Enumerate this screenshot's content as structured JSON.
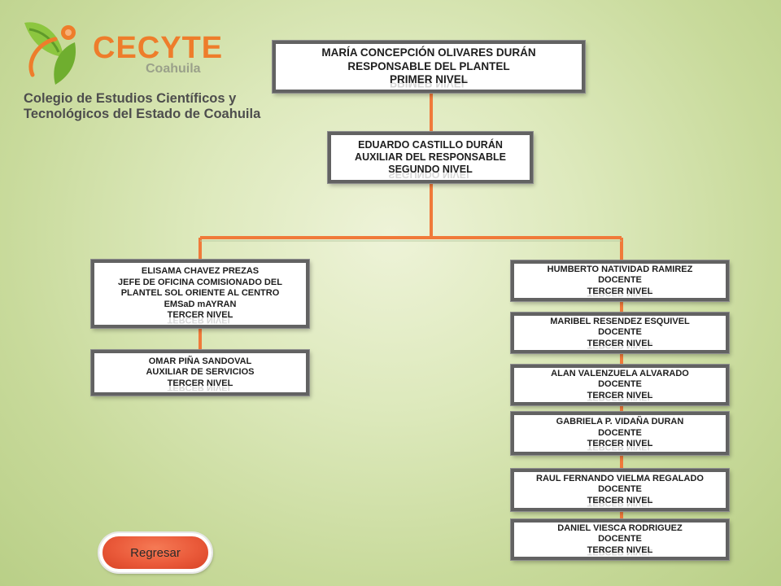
{
  "logo": {
    "brand": "CECYTE",
    "state": "Coahuila",
    "line1": "Colegio de Estudios Científicos y",
    "line2": "Tecnológicos del Estado de Coahuila"
  },
  "org": {
    "top": {
      "lines": [
        "MARÍA CONCEPCIÓN OLIVARES DURÁN",
        "RESPONSABLE DEL PLANTEL",
        "PRIMER NIVEL"
      ]
    },
    "second": {
      "lines": [
        "EDUARDO CASTILLO DURÁN",
        "AUXILIAR DEL  RESPONSABLE",
        "SEGUNDO NIVEL"
      ]
    },
    "left": [
      {
        "lines": [
          "ELISAMA CHAVEZ PREZAS",
          "JEFE DE OFICINA COMISIONADO DEL",
          "PLANTEL  SOL ORIENTE AL CENTRO",
          "EMSaD mAYRAN",
          "TERCER NIVEL"
        ]
      },
      {
        "lines": [
          "OMAR PIÑA SANDOVAL",
          "AUXILIAR DE SERVICIOS",
          "TERCER NIVEL"
        ]
      }
    ],
    "right": [
      {
        "lines": [
          "HUMBERTO NATIVIDAD RAMIREZ",
          "DOCENTE",
          "TERCER NIVEL"
        ]
      },
      {
        "lines": [
          "MARIBEL RESENDEZ ESQUIVEL",
          "DOCENTE",
          "TERCER NIVEL"
        ]
      },
      {
        "lines": [
          "ALAN VALENZUELA ALVARADO",
          "DOCENTE",
          "TERCER NIVEL"
        ]
      },
      {
        "lines": [
          "GABRIELA P. VIDAÑA DURAN",
          "DOCENTE",
          "TERCER NIVEL"
        ]
      },
      {
        "lines": [
          "RAUL FERNANDO VIELMA REGALADO",
          "DOCENTE",
          "TERCER NIVEL"
        ]
      },
      {
        "lines": [
          "DANIEL VIESCA RODRIGUEZ",
          "DOCENTE",
          "TERCER NIVEL"
        ]
      }
    ]
  },
  "nav": {
    "back_label": "Regresar"
  },
  "colors": {
    "connector": "#f07a3a",
    "button": "#ea5a3a",
    "logo_orange": "#ee7d2b",
    "logo_green": "#7bb83a"
  }
}
